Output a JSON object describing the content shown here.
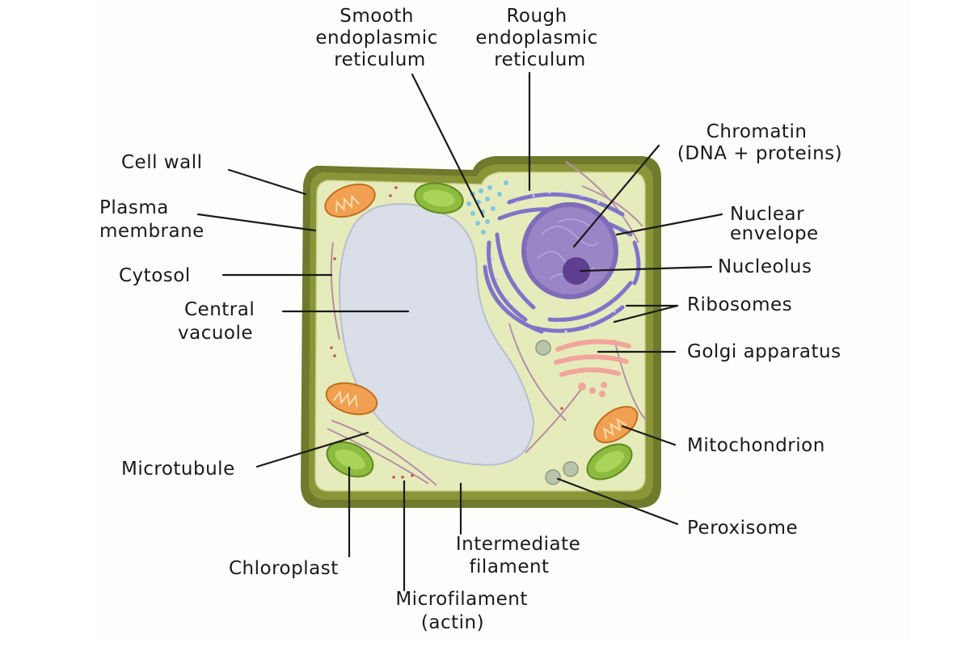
{
  "labels": {
    "smooth_er": [
      "Smooth",
      "endoplasmic",
      "reticulum"
    ],
    "rough_er": [
      "Rough",
      "endoplasmic",
      "reticulum"
    ],
    "chromatin": [
      "Chromatin",
      "(DNA + proteins)"
    ],
    "cell_wall": [
      "Cell wall"
    ],
    "plasma_membrane": [
      "Plasma",
      "membrane"
    ],
    "nuclear_envelope": [
      "Nuclear",
      "envelope"
    ],
    "cytosol": [
      "Cytosol"
    ],
    "nucleolus": [
      "Nucleolus"
    ],
    "central_vacuole": [
      "Central",
      "vacuole"
    ],
    "ribosomes": [
      "Ribosomes"
    ],
    "golgi": [
      "Golgi apparatus"
    ],
    "mitochondrion": [
      "Mitochondrion"
    ],
    "microtubule": [
      "Microtubule"
    ],
    "peroxisome": [
      "Peroxisome"
    ],
    "intermediate_filament": [
      "Intermediate",
      "filament"
    ],
    "chloroplast": [
      "Chloroplast"
    ],
    "microfilament": [
      "Microfilament",
      "(actin)"
    ]
  },
  "colors": {
    "cell_wall": "#6f7a2c",
    "cytosol": "#e6ebbb",
    "vacuole": "#d9dee8",
    "nucleus": "#9a86c6",
    "nucleolus": "#5e3f8f",
    "er": "#7e74c9",
    "smooth_er": "#7fc7e3",
    "mitochondrion": "#f0a050",
    "chloroplast": "#8dbb3f",
    "golgi": "#f2a59c",
    "peroxisome": "#b9c4ad"
  }
}
